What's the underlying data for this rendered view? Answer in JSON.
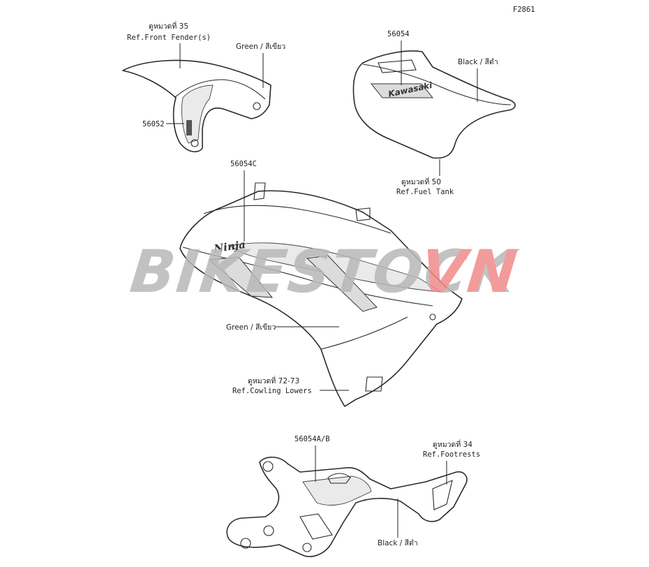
{
  "figure_code": "F2861",
  "watermark": {
    "main": "BIKESTOCK",
    "accent": "VN",
    "main_color": "#b8b8b8",
    "accent_color": "#f08a8a"
  },
  "callouts": {
    "fender_ref_th": "ดูหมวดที่ 35",
    "fender_ref_en": "Ref.Front Fender(s)",
    "fender_color": "Green / สีเขียว",
    "fender_part": "56052",
    "tank_part": "56054",
    "tank_color": "Black / สีดำ",
    "tank_ref_th": "ดูหมวดที่ 50",
    "tank_ref_en": "Ref.Fuel Tank",
    "cowl_part": "56054C",
    "cowl_color": "Green / สีเขียว",
    "cowl_ref_th": "ดูหมวดที่ 72-73",
    "cowl_ref_en": "Ref.Cowling Lowers",
    "foot_part": "56054A/B",
    "foot_ref_th": "ดูหมวดที่ 34",
    "foot_ref_en": "Ref.Footrests",
    "foot_color": "Black / สีดำ"
  },
  "decal_text": {
    "tank": "Kawasaki",
    "cowl": "Ninja"
  }
}
